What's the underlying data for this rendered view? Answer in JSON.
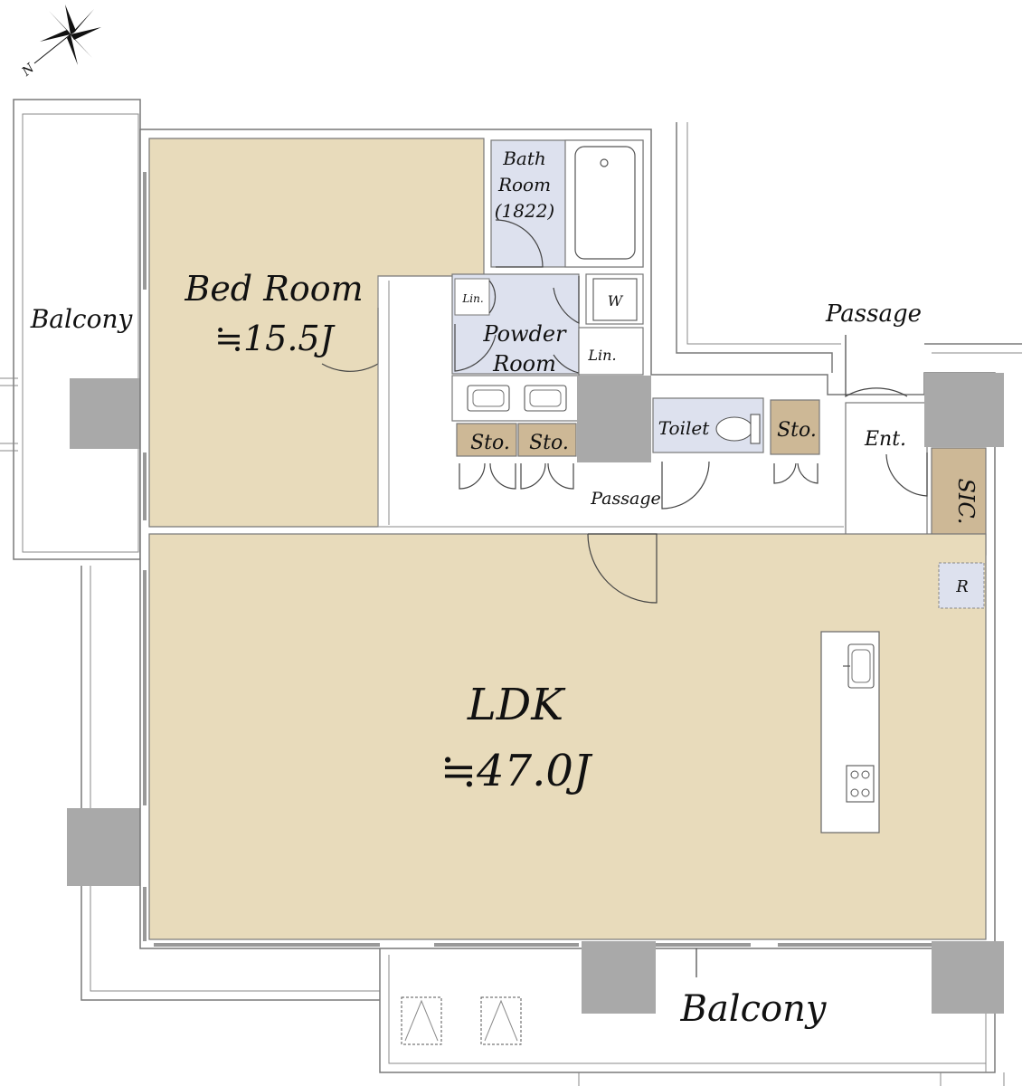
{
  "colors": {
    "room_tan": "#e8dbbb",
    "storage_brown": "#cdb896",
    "wet_blue": "#dde1ee",
    "wall_gray": "#a9a9a9",
    "line_gray": "#7a7a7a"
  },
  "icons": [
    "compass-rose-icon",
    "bathtub-icon",
    "sink-icon",
    "toilet-icon",
    "washer-icon",
    "stove-icon",
    "door-swing-icon"
  ],
  "compass": {
    "north_letter": "N"
  },
  "rooms": {
    "balcony_west": "Balcony",
    "bedroom_name": "Bed Room",
    "bedroom_area": "≒15.5J",
    "bath_line1": "Bath",
    "bath_line2": "Room",
    "bath_line3": "(1822)",
    "powder_line1": "Powder",
    "powder_line2": "Room",
    "linen_small": "Lin.",
    "linen": "Lin.",
    "washer": "W",
    "storage_1": "Sto.",
    "storage_2": "Sto.",
    "storage_3": "Sto.",
    "toilet": "Toilet",
    "passage_outer": "Passage",
    "passage_inner": "Passage",
    "entrance": "Ent.",
    "shoe_closet": "SIC.",
    "refrigerator": "R",
    "ldk_name": "LDK",
    "ldk_area": "≒47.0J",
    "balcony_south": "Balcony"
  }
}
